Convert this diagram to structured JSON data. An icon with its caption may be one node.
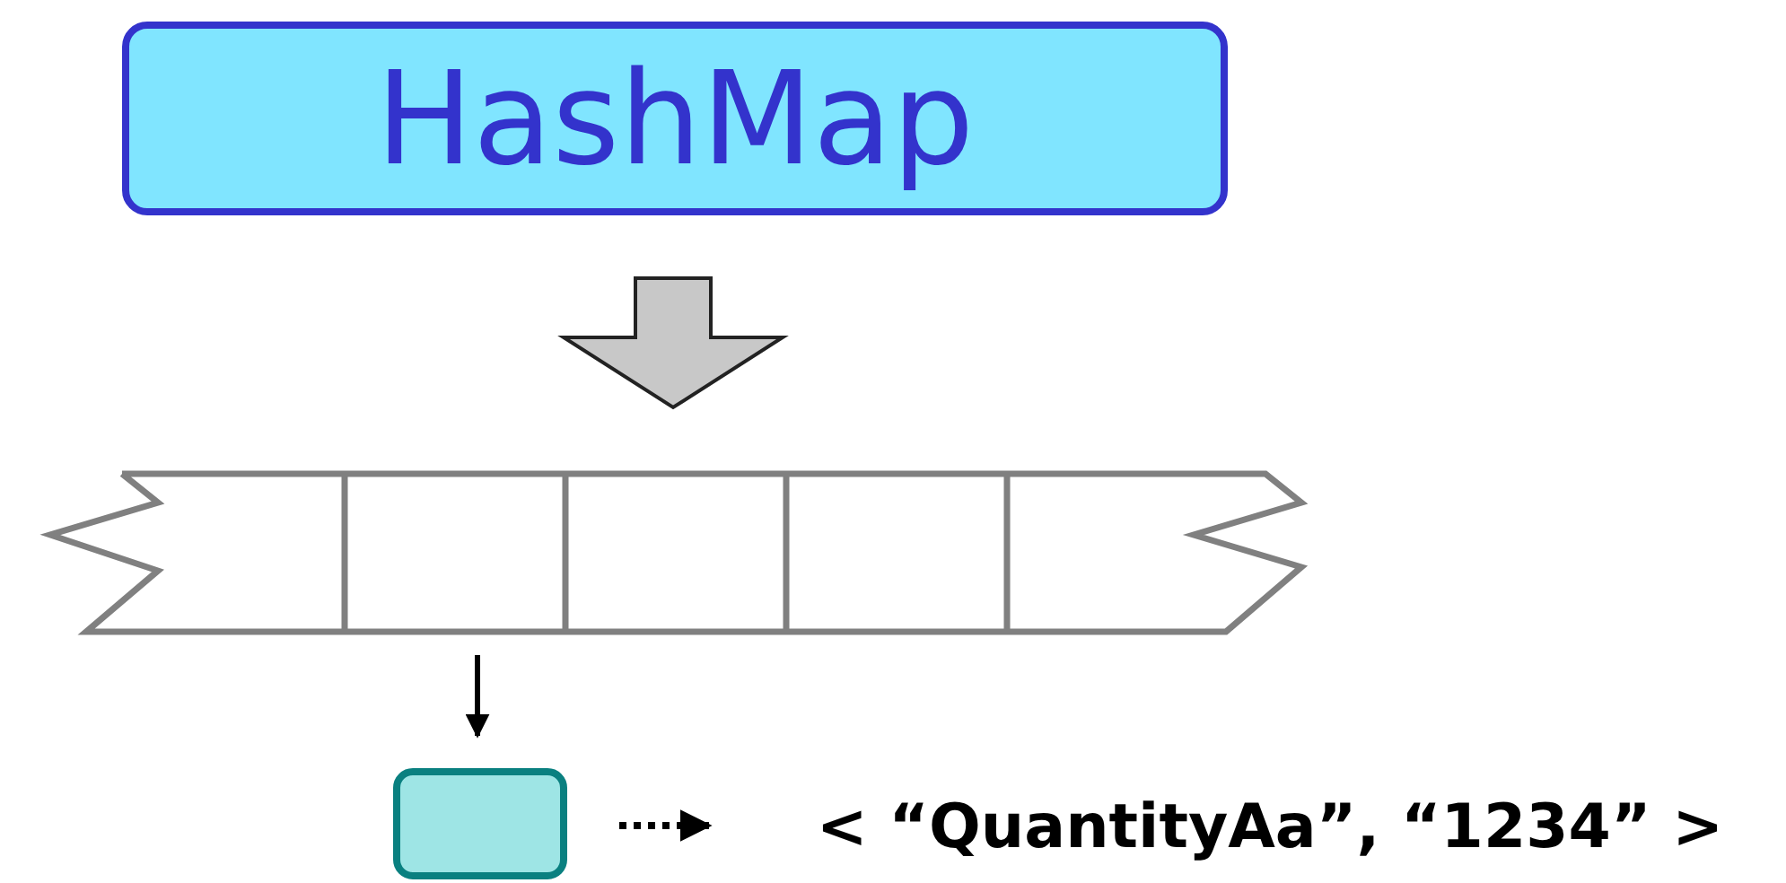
{
  "diagram": {
    "nodes": [
      {
        "text": [
          "HashMap"
        ]
      },
      {
        "text": [],
        "shape": "bar"
      },
      {
        "text": [],
        "shape": "box"
      },
      {
        "text": [
          "< “QuantityAa”, “1234” >"
        ]
      }
    ],
    "edges": [
      {
        "from": 0,
        "to": 1,
        "arrow": "to",
        "style": "thick",
        "color": "#c8c8c8"
      },
      {
        "from": 1,
        "to": 2,
        "arrow": "to"
      },
      {
        "from": 2,
        "to": 3,
        "arrow": "to",
        "style": "dashed"
      }
    ]
  }
}
